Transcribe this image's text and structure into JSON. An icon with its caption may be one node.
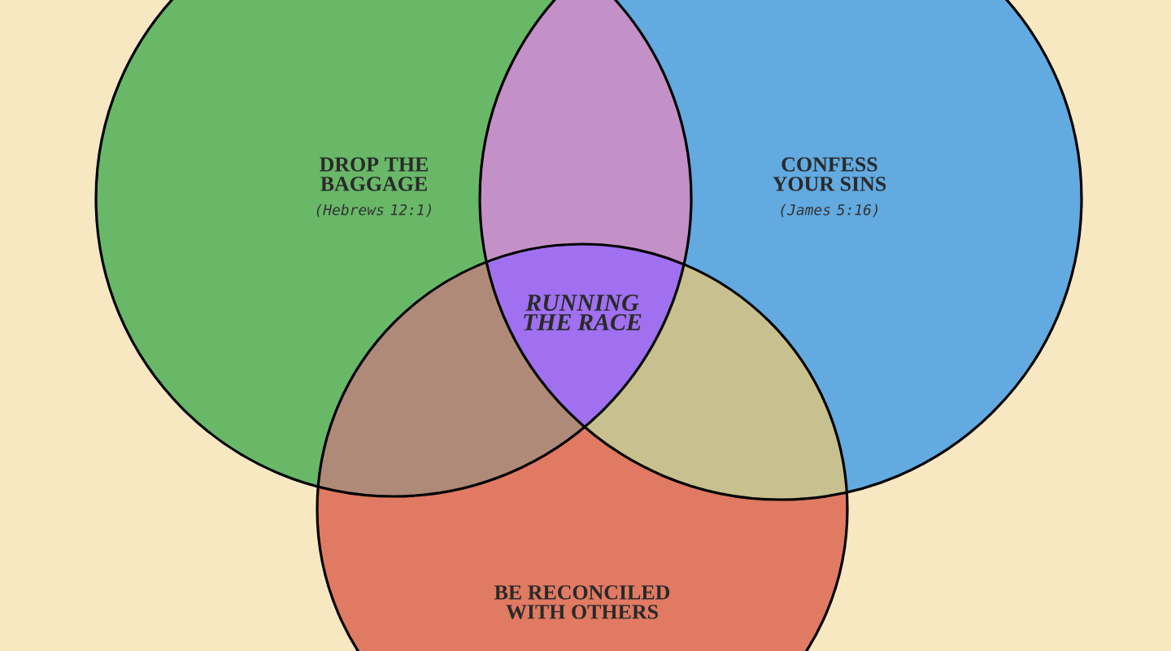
{
  "diagram": {
    "nodes": [
      {
        "text": [
          "DROP THE BAGGAGE",
          "(Hebrews 12:1)"
        ]
      },
      {
        "text": [
          "CONFESS YOUR SINS",
          "(James 5:16)"
        ]
      },
      {
        "text": [
          "BE RECONCILED WITH OTHERS"
        ]
      },
      {
        "text": [
          "RUNNING THE RACE"
        ]
      }
    ]
  }
}
